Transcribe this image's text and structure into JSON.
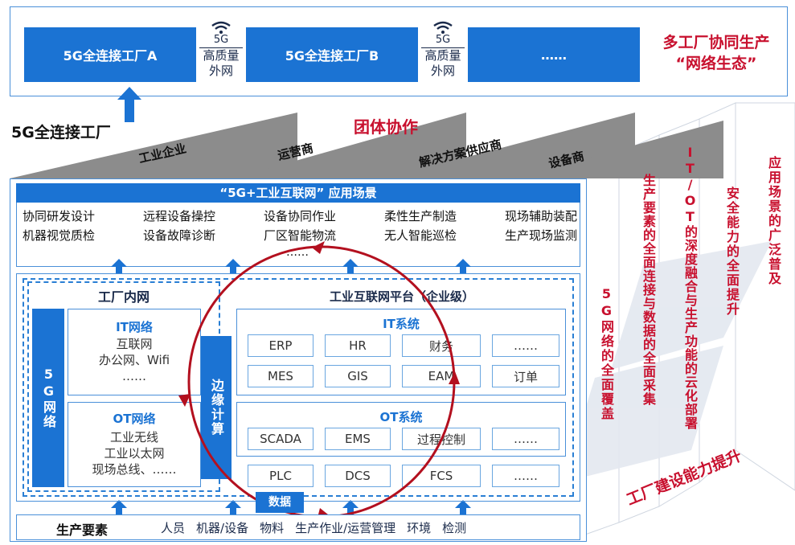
{
  "top": {
    "factory_a": "5G全连接工厂A",
    "factory_b": "5G全连接工厂B",
    "factory_more": "……",
    "link1_5g": "5G",
    "link1_label": "高质量\n外网",
    "link2_5g": "5G",
    "link2_label": "高质量\n外网",
    "ecosystem_line1": "多工厂协同生产",
    "ecosystem_line2": "“网络生态”"
  },
  "collab": {
    "full_factory": "5G全连接工厂",
    "group": "团体协作",
    "roles": [
      "工业企业",
      "运营商",
      "解决方案供应商",
      "设备商"
    ]
  },
  "apps": {
    "header": "“5G+工业互联网” 应用场景",
    "row1": [
      "协同研发设计",
      "远程设备操控",
      "设备协同作业",
      "柔性生产制造",
      "现场辅助装配"
    ],
    "row2": [
      "机器视觉质检",
      "设备故障诊断",
      "厂区智能物流",
      "无人智能巡检",
      "生产现场监测"
    ],
    "more": "……"
  },
  "inner": {
    "intranet_title": "工厂内网",
    "platform_title": "工业互联网平台（企业级）",
    "g5": "5G网络",
    "it_net_title": "IT网络",
    "it_net_items": [
      "互联网",
      "办公网、Wifi",
      "……"
    ],
    "ot_net_title": "OT网络",
    "ot_net_items": [
      "工业无线",
      "工业以太网",
      "现场总线、……"
    ],
    "edge": "边缘计算",
    "it_sys_title": "IT系统",
    "it_row1": [
      "ERP",
      "HR",
      "财务",
      "……"
    ],
    "it_row2": [
      "MES",
      "GIS",
      "EAM",
      "订单"
    ],
    "ot_sys_title": "OT系统",
    "ot_row1": [
      "SCADA",
      "EMS",
      "过程控制",
      "……"
    ],
    "ot_row2": [
      "PLC",
      "DCS",
      "FCS",
      "……"
    ],
    "data": "数据"
  },
  "bottom": {
    "label": "生产要素",
    "items": [
      "人员",
      "机器/设备",
      "物料",
      "生产作业/运营管理",
      "环境",
      "检测"
    ]
  },
  "capabilities": {
    "c1": "5G网络的全面覆盖",
    "c2": "生产要素的全面连接与数据的全面采集",
    "c3": "IT/OT的深度融合与生产功能的云化部署",
    "c4": "安全能力的全面提升",
    "c5": "应用场景的广泛普及",
    "footer": "工厂建设能力提升"
  }
}
